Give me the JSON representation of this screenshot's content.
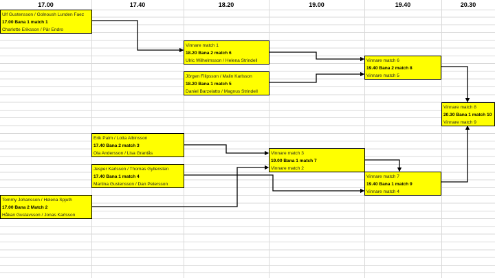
{
  "headers": [
    "17.00",
    "17.40",
    "18.20",
    "19.00",
    "19.40",
    "20.30"
  ],
  "matches": {
    "m1": {
      "top": "Ulf Gustensson / Golnoush Lunden Faez",
      "title": "17.00 Bana 1 match 1",
      "bottom": "Charlotte Eriksson / Pär Endro"
    },
    "m6": {
      "top": "Vinnare match 1",
      "title": "18.20 Bana 2 match 6",
      "bottom": "Ulric Wilhelmsson / Helena Strindell"
    },
    "m5": {
      "top": "Jörgen Filipsson / Malin Karlsson",
      "title": "18.20 Bana 1 match 5",
      "bottom": "Daniel Barzelatto / Magnus Strindell"
    },
    "m8": {
      "top": "Vinnare match 6",
      "title": "19.40 Bana 2 match 8",
      "bottom": "Vinnare match 5"
    },
    "m10": {
      "top": "Vinnare match 8",
      "title": "20.30 Bana 1 match 10",
      "bottom": "Vinnare match 9"
    },
    "m3": {
      "top": "Erik Palm / Lotta Albinsson",
      "title": "17.40 Bana 2 match 3",
      "bottom": "Ola Andersson / Lisa Grantås"
    },
    "m4": {
      "top": "Jesper Karlsson / Thomas Gyllensten",
      "title": "17.40 Bana 1 match 4",
      "bottom": "Martina Gustensson / Dan Petersson"
    },
    "m2": {
      "top": "Tommy Johansson / Helena Spjuth",
      "title": "17.00 Bana 2 Match 2",
      "bottom": "Håkan Gustavsson / Jonas Karlsson"
    },
    "m7": {
      "top": "Vinnare match 3",
      "title": "19.00 Bana 1 match 7",
      "bottom": "Vinnare match 2"
    },
    "m9": {
      "top": "Vinnare match 7",
      "title": "19.40 Bana 1 match 9",
      "bottom": "Vinnare match 4"
    }
  },
  "colors": {
    "box": "#ffff00",
    "line": "#000000",
    "grid": "#d9d9d9"
  }
}
